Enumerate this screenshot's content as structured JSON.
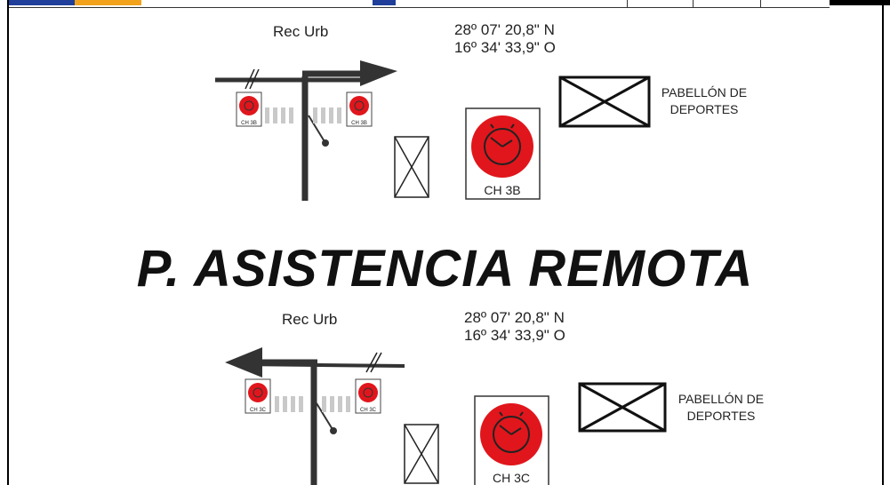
{
  "title": "P. ASISTENCIA REMOTA",
  "colors": {
    "alarm_red": "#e0161c",
    "ink": "#222222",
    "arrow": "#333333",
    "bar_blue": "#1f3f9a",
    "bar_orange": "#f2a21b"
  },
  "sections": [
    {
      "id": "top",
      "road_label": "Rec Urb",
      "coords": {
        "lat": "28º 07' 20,8\" N",
        "lon": "16º 34' 33,9\" O"
      },
      "building_label": [
        "PABELLÓN DE",
        "DEPORTES"
      ],
      "device_label": "CH 3B",
      "small_device_labels": [
        "CH 3B",
        "CH 3B"
      ],
      "arrow_direction": "right",
      "icons": [
        "alarm-clock-icon"
      ]
    },
    {
      "id": "bottom",
      "road_label": "Rec Urb",
      "coords": {
        "lat": "28º 07' 20,8\" N",
        "lon": "16º 34' 33,9\" O"
      },
      "building_label": [
        "PABELLÓN DE",
        "DEPORTES"
      ],
      "device_label": "CH 3C",
      "small_device_labels": [
        "CH 3C",
        "CH 3C"
      ],
      "arrow_direction": "left",
      "icons": [
        "alarm-clock-icon"
      ]
    }
  ]
}
